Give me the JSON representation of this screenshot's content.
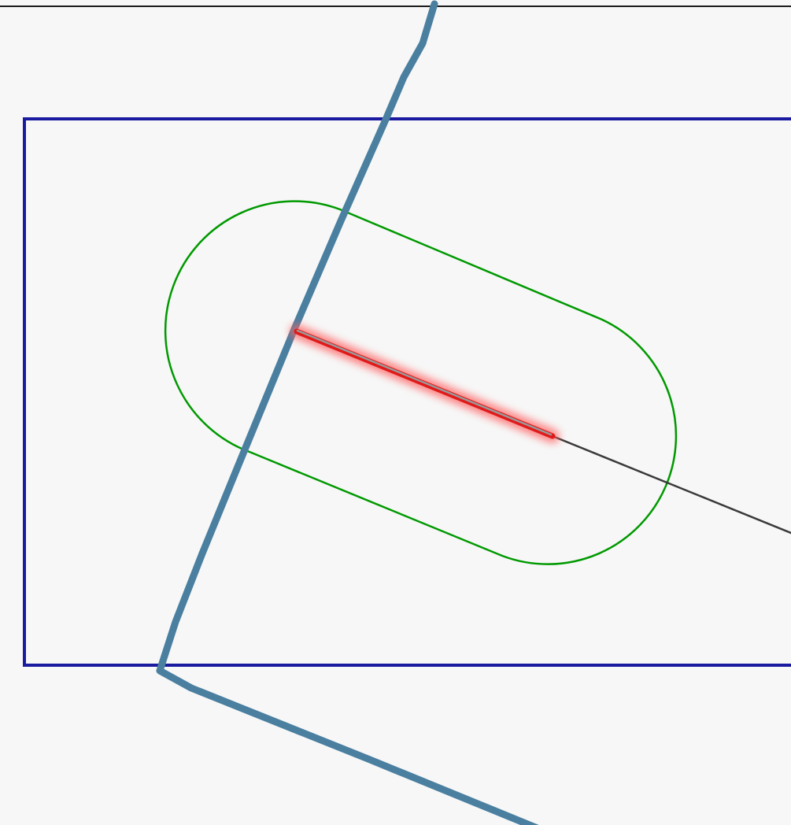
{
  "canvas": {
    "background": "#f7f7f7",
    "frame_color": "#1a1a1a"
  },
  "shapes": {
    "rectangle": {
      "kind": "rectangle",
      "stroke": "#1a1aa0"
    },
    "capsule": {
      "kind": "capsule-outline",
      "stroke": "#009900"
    },
    "polyline": {
      "kind": "thick-polyline",
      "stroke": "#4a7fa0"
    },
    "segment": {
      "kind": "highlighted-segment",
      "stroke": "#e01a1a",
      "glow": "#ff6060",
      "core": "#9a9a9a"
    },
    "ray": {
      "kind": "thin-line",
      "stroke": "#3a3a3a"
    }
  }
}
